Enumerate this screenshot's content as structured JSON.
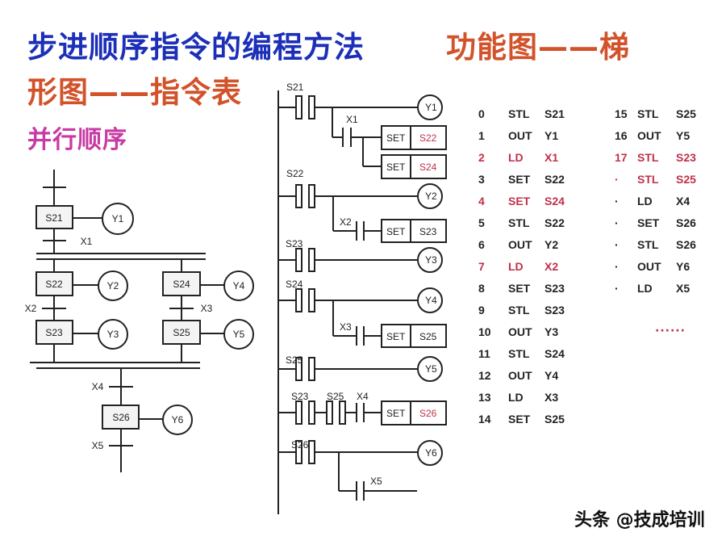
{
  "title": {
    "line1_blue": "步进顺序指令的编程方法",
    "line1_orange": "功能图——梯",
    "line2_orange": "形图——指令表",
    "subtitle": "并行顺序"
  },
  "sfc": {
    "steps": [
      "S21",
      "S22",
      "S23",
      "S24",
      "S25",
      "S26"
    ],
    "outputs": [
      "Y1",
      "Y2",
      "Y3",
      "Y4",
      "Y5",
      "Y6"
    ],
    "transitions": [
      "X1",
      "X2",
      "X3",
      "X4",
      "X5"
    ]
  },
  "ladder": {
    "rungs": [
      {
        "contact": "S21",
        "coil": "Y1",
        "branch_contact": "X1",
        "set1": "SET",
        "target1": "S22",
        "set2": "SET",
        "target2": "S24"
      },
      {
        "contact": "S22",
        "coil": "Y2",
        "branch_contact": "X2",
        "set1": "SET",
        "target1": "S23"
      },
      {
        "contact": "S23",
        "coil": "Y3"
      },
      {
        "contact": "S24",
        "coil": "Y4",
        "branch_contact": "X3",
        "set1": "SET",
        "target1": "S25"
      },
      {
        "contact": "S25",
        "coil": "Y5"
      },
      {
        "contact1": "S23",
        "contact2": "S25",
        "contact3": "X4",
        "set1": "SET",
        "target1": "S26"
      },
      {
        "contact": "S26",
        "coil": "Y6",
        "branch_contact": "X5"
      }
    ]
  },
  "instruction_list": {
    "col1": [
      {
        "step": "0",
        "op": "STL",
        "operand": "S21",
        "highlight": false
      },
      {
        "step": "1",
        "op": "OUT",
        "operand": "Y1",
        "highlight": false
      },
      {
        "step": "2",
        "op": "LD",
        "operand": "X1",
        "highlight": true
      },
      {
        "step": "3",
        "op": "SET",
        "operand": "S22",
        "highlight": false
      },
      {
        "step": "4",
        "op": "SET",
        "operand": "S24",
        "highlight": true
      },
      {
        "step": "5",
        "op": "STL",
        "operand": "S22",
        "highlight": false
      },
      {
        "step": "6",
        "op": "OUT",
        "operand": "Y2",
        "highlight": false
      },
      {
        "step": "7",
        "op": "LD",
        "operand": "X2",
        "highlight": true
      },
      {
        "step": "8",
        "op": "SET",
        "operand": "S23",
        "highlight": false
      },
      {
        "step": "9",
        "op": "STL",
        "operand": "S23",
        "highlight": false
      },
      {
        "step": "10",
        "op": "OUT",
        "operand": "Y3",
        "highlight": false
      },
      {
        "step": "11",
        "op": "STL",
        "operand": "S24",
        "highlight": false
      },
      {
        "step": "12",
        "op": "OUT",
        "operand": "Y4",
        "highlight": false
      },
      {
        "step": "13",
        "op": "LD",
        "operand": "X3",
        "highlight": false
      },
      {
        "step": "14",
        "op": "SET",
        "operand": "S25",
        "highlight": false
      }
    ],
    "col2": [
      {
        "step": "15",
        "op": "STL",
        "operand": "S25",
        "highlight": false
      },
      {
        "step": "16",
        "op": "OUT",
        "operand": "Y5",
        "highlight": false
      },
      {
        "step": "17",
        "op": "STL",
        "operand": "S23",
        "highlight": true
      },
      {
        "step": "·",
        "op": "STL",
        "operand": "S25",
        "highlight": true
      },
      {
        "step": "·",
        "op": "LD",
        "operand": "X4",
        "highlight": false
      },
      {
        "step": "·",
        "op": "SET",
        "operand": "S26",
        "highlight": false
      },
      {
        "step": "·",
        "op": "STL",
        "operand": "S26",
        "highlight": false
      },
      {
        "step": "·",
        "op": "OUT",
        "operand": "Y6",
        "highlight": false
      },
      {
        "step": "·",
        "op": "LD",
        "operand": "X5",
        "highlight": false
      }
    ],
    "ellipsis": "······"
  },
  "watermark": "头条 @技成培训",
  "colors": {
    "blue": "#1c2fb8",
    "orange": "#d2522a",
    "pink": "#c83aa4",
    "red": "#c0304a"
  }
}
